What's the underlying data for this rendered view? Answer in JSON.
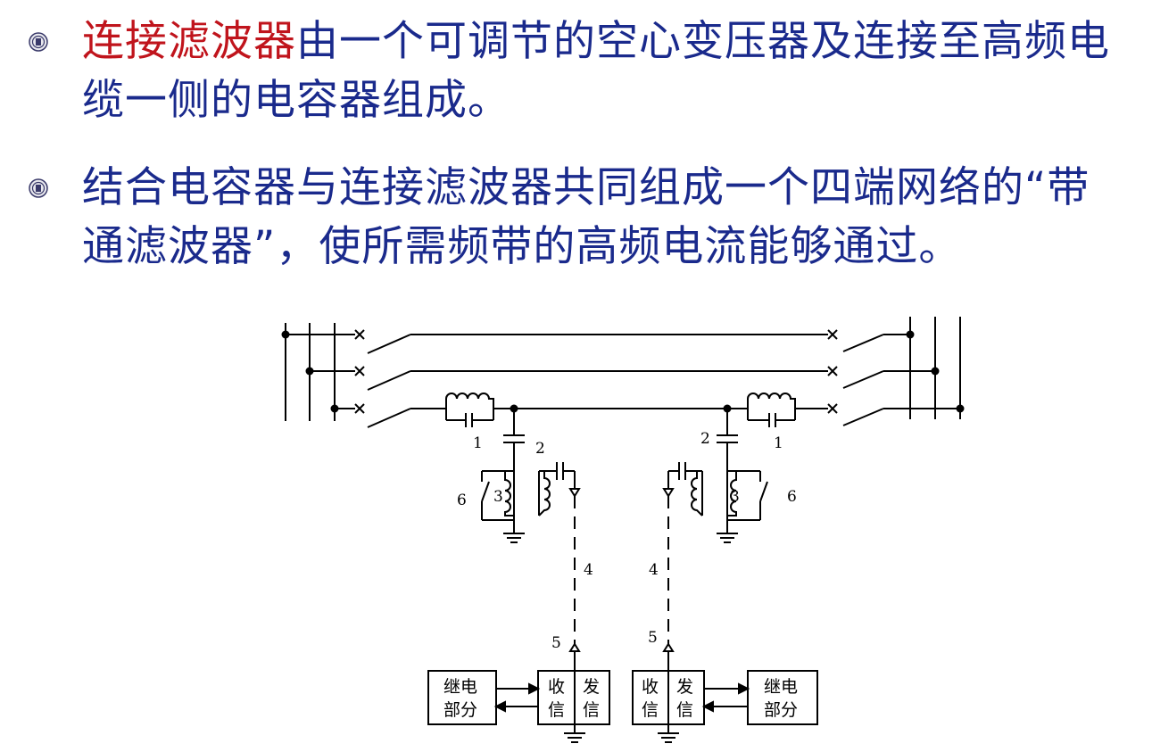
{
  "bullets": [
    {
      "highlight": "连接滤波器",
      "rest": "由一个可调节的空心变压器及连接至高频电缆一侧的电容器组成。"
    },
    {
      "text": "结合电容器与连接滤波器共同组成一个四端网络的“带通滤波器”，使所需频带的高频电流能够通过。"
    }
  ],
  "diagram": {
    "labels": {
      "coupling_capacitor": "1",
      "connection_filter": "2",
      "air_core_transformer": "3",
      "hf_cable": "4",
      "cable_end": "5",
      "grounding_switch": "6"
    },
    "boxes": {
      "relay_line1": "继电",
      "relay_line2": "部分",
      "receive_line1": "收",
      "receive_line2": "信",
      "send_line1": "发",
      "send_line2": "信"
    }
  },
  "colors": {
    "text_blue": "#1a2a8c",
    "highlight_red": "#c0141c"
  }
}
